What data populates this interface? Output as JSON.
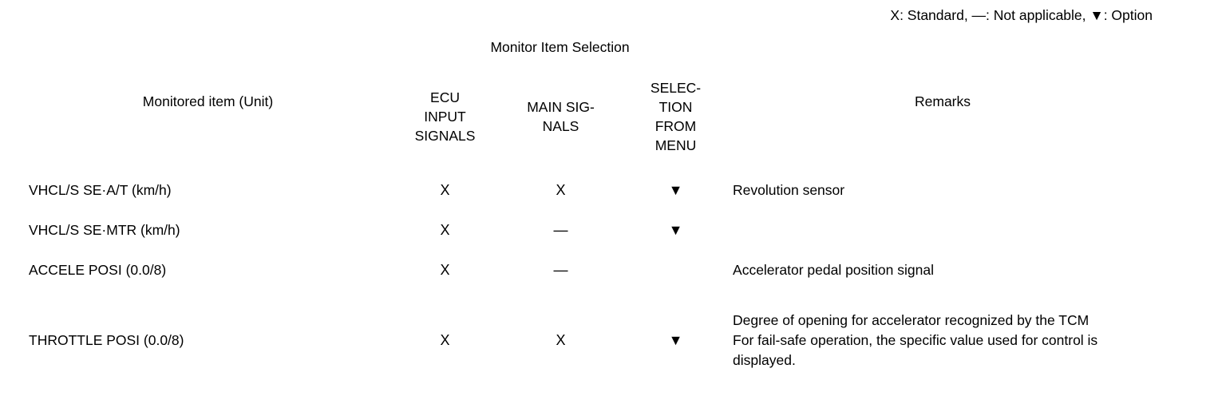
{
  "legend": {
    "text": "X: Standard, —: Not applicable, ▼: Option",
    "standard_symbol": "X",
    "standard_label": "Standard",
    "not_applicable_symbol": "—",
    "not_applicable_label": "Not applicable",
    "option_symbol": "▼",
    "option_label": "Option"
  },
  "table": {
    "headers": {
      "monitored_item": "Monitored item (Unit)",
      "monitor_item_selection": "Monitor Item Selection",
      "ecu_input_signals": "ECU\nINPUT\nSIGNALS",
      "main_signals": "MAIN SIG-\nNALS",
      "selection_from_menu": "SELEC-\nTION\nFROM\nMENU",
      "remarks": "Remarks"
    },
    "rows": [
      {
        "item": "VHCL/S SE·A/T (km/h)",
        "ecu_input_signals": "X",
        "main_signals": "X",
        "selection_from_menu": "▼",
        "remarks": "Revolution sensor"
      },
      {
        "item": "VHCL/S SE·MTR (km/h)",
        "ecu_input_signals": "X",
        "main_signals": "—",
        "selection_from_menu": "▼",
        "remarks": ""
      },
      {
        "item": "ACCELE POSI (0.0/8)",
        "ecu_input_signals": "X",
        "main_signals": "—",
        "selection_from_menu": "",
        "remarks": "Accelerator pedal position signal"
      },
      {
        "item": "THROTTLE POSI (0.0/8)",
        "ecu_input_signals": "X",
        "main_signals": "X",
        "selection_from_menu": "▼",
        "remarks": "Degree of opening for accelerator recognized by the TCM\nFor fail-safe operation, the specific value used for control is displayed."
      }
    ]
  },
  "colors": {
    "text": "#000000",
    "background": "#ffffff",
    "rule": "#000000"
  }
}
